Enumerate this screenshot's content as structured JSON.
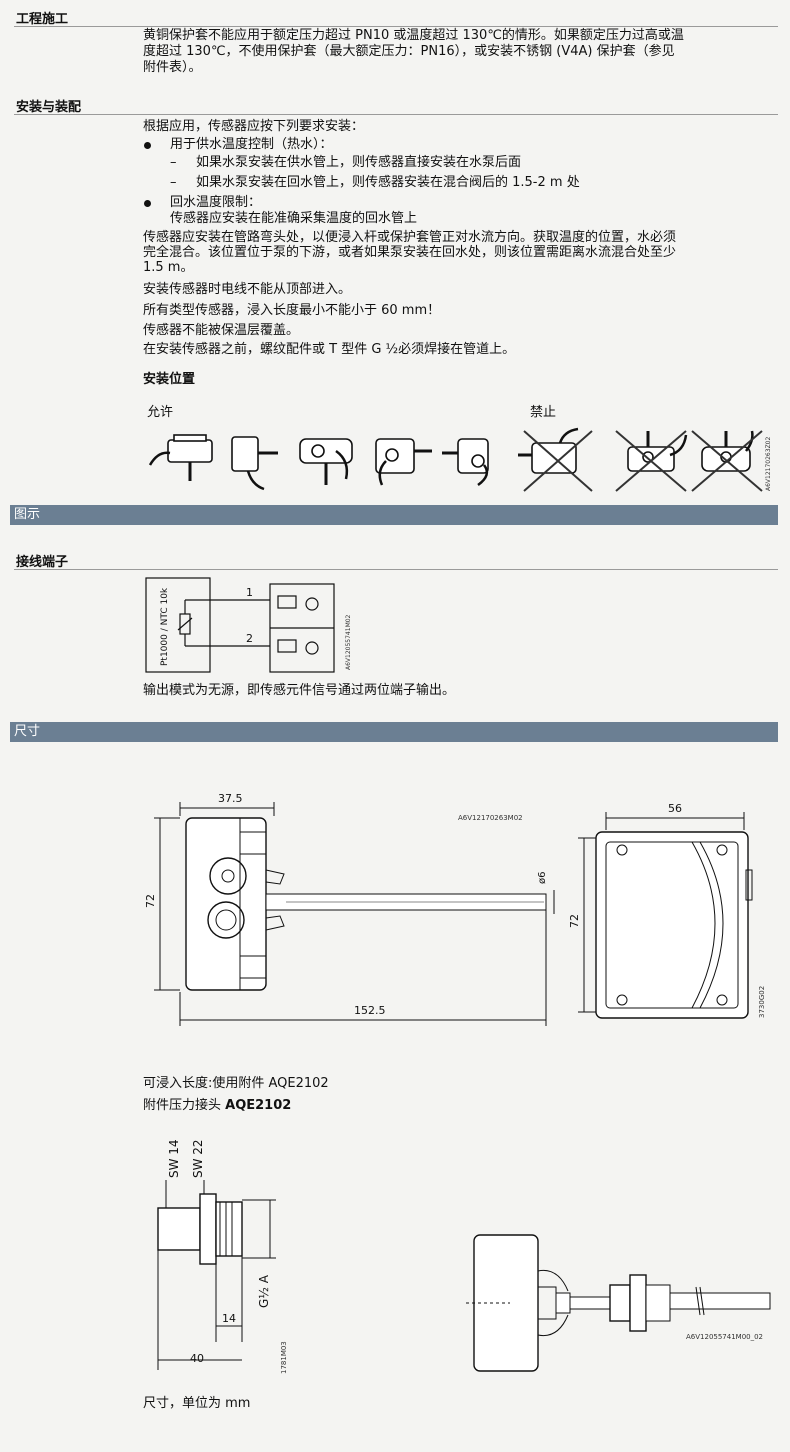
{
  "sections": {
    "construction": {
      "title": "工程施工",
      "lines": [
        "黄铜保护套不能应用于额定压力超过 PN10 或温度超过 130℃的情形。如果额定压力过高或温",
        "度超过 130℃，不使用保护套（最大额定压力：PN16），或安装不锈钢 (V4A) 保护套（参见",
        "附件表）。"
      ]
    },
    "installation": {
      "title": "安装与装配",
      "intro": "根据应用，传感器应按下列要求安装：",
      "bullet1": "用于供水温度控制（热水）：",
      "dash1": "如果水泵安装在供水管上，则传感器直接安装在水泵后面",
      "dash2": "如果水泵安装在回水管上，则传感器安装在混合阀后的 1.5-2 m 处",
      "bullet2": "回水温度限制：",
      "bullet2_sub": "传感器应安装在能准确采集温度的回水管上",
      "para_lines": [
        "传感器应安装在管路弯头处，以便浸入杆或保护套管正对水流方向。获取温度的位置，水必须",
        "完全混合。该位置位于泵的下游，或者如果泵安装在回水处，则该位置需距离水流混合处至少",
        "1.5 m。"
      ],
      "note1": "安装传感器时电线不能从顶部进入。",
      "note2": "所有类型传感器，浸入长度最小不能小于 60 mm！",
      "note3": "传感器不能被保温层覆盖。",
      "note4": "在安装传感器之前，螺纹配件或 T 型件 G ½必须焊接在管道上。",
      "position_title": "安装位置",
      "allowed": "允许",
      "forbidden": "禁止",
      "drawing_code": "A6V12170263Z02"
    },
    "diagram_band": "图示",
    "terminals": {
      "title": "接线端子",
      "element_label": "Pt1000 / NTC 10k",
      "terminal1": "1",
      "terminal2": "2",
      "drawing_code": "A6V12055741M02",
      "note": "输出模式为无源，即传感元件信号通过两位端子输出。"
    },
    "dimensions_band": "尺寸",
    "dimensions": {
      "dim_37_5": "37.5",
      "dim_72": "72",
      "dim_6": "ø6",
      "dim_152_5": "152.5",
      "drawing_code_main": "A6V12170263M02",
      "dim_56": "56",
      "dim_72b": "72",
      "drawing_code_side": "3730G02",
      "line1": "可浸入长度:使用附件 AQE2102",
      "line2_prefix": "附件压力接头 ",
      "line2_bold": "AQE2102",
      "sw14": "SW 14",
      "sw22": "SW 22",
      "g_half": "G½ A",
      "dim_14": "14",
      "dim_40": "40",
      "drawing_code_fitting": "1781M03",
      "drawing_code_assembly": "A6V12055741M00_02",
      "footer": "尺寸，单位为 mm"
    }
  }
}
